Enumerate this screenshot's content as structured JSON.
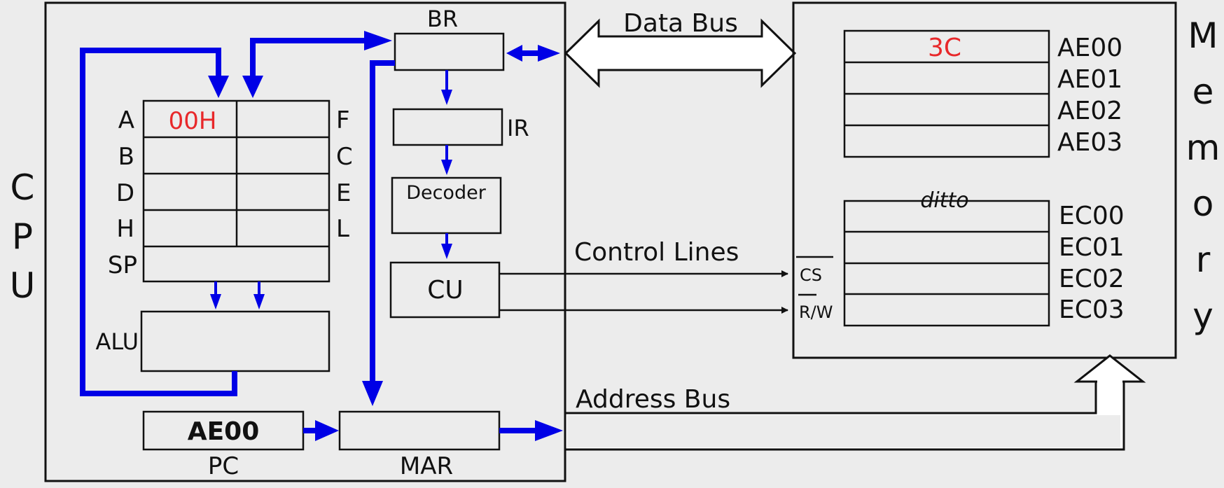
{
  "cpu": {
    "side_label": [
      "C",
      "P",
      "U"
    ],
    "registers": {
      "left_labels": [
        "A",
        "B",
        "D",
        "H",
        "SP"
      ],
      "right_labels": [
        "F",
        "C",
        "E",
        "L"
      ],
      "a_value": "00H"
    },
    "alu_label": "ALU",
    "br_label": "BR",
    "ir_label": "IR",
    "decoder_label": "Decoder",
    "cu_label": "CU",
    "pc_value": "AE00",
    "pc_label": "PC",
    "mar_label": "MAR"
  },
  "buses": {
    "data_bus": "Data Bus",
    "control_lines": "Control Lines",
    "address_bus": "Address Bus"
  },
  "memory": {
    "side_label": [
      "M",
      "e",
      "m",
      "o",
      "r",
      "y"
    ],
    "top_cells": [
      {
        "address": "AE00",
        "value": "3C"
      },
      {
        "address": "AE01",
        "value": ""
      },
      {
        "address": "AE02",
        "value": ""
      },
      {
        "address": "AE03",
        "value": ""
      }
    ],
    "ditto": "ditto",
    "bottom_cells": [
      {
        "address": "EC00"
      },
      {
        "address": "EC01"
      },
      {
        "address": "EC02"
      },
      {
        "address": "EC03"
      }
    ],
    "cs_label": "CS",
    "rw_label": "R/W"
  },
  "colors": {
    "blue_path": "#0000e6",
    "value_text": "#e8282a",
    "background": "#ececec"
  }
}
